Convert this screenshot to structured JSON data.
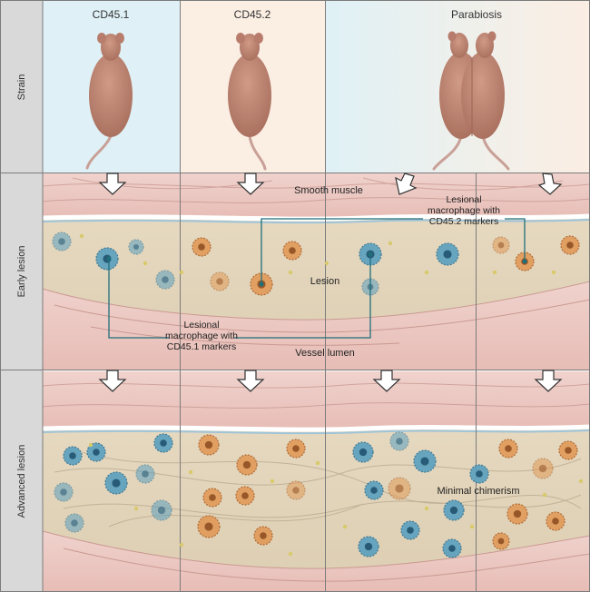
{
  "columns": {
    "cd451": "CD45.1",
    "cd452": "CD45.2",
    "parabiosis": "Parabiosis"
  },
  "rows": {
    "strain": "Strain",
    "early": "Early lesion",
    "advanced": "Advanced lesion"
  },
  "labels": {
    "smooth_muscle": "Smooth muscle",
    "lesion": "Lesion",
    "vessel_lumen": "Vessel lumen",
    "macrophage_cd452": [
      "Lesional",
      "macrophage with",
      "CD45.2 markers"
    ],
    "macrophage_cd451": [
      "Lesional",
      "macrophage with",
      "CD45.1 markers"
    ],
    "minimal_chimerism": "Minimal chimerism"
  },
  "colors": {
    "cd451_bg": "#dff1f6",
    "cd452_bg": "#fbeee3",
    "blue_cell": "#5aa0c0",
    "orange_cell": "#e19a58",
    "teal_line": "#1f6e7a"
  }
}
